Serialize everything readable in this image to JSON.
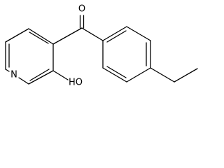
{
  "molecule": {
    "atoms": {
      "oxygen_carbonyl": "O",
      "nitrogen_ring": "N",
      "hydroxyl": "HO"
    }
  }
}
